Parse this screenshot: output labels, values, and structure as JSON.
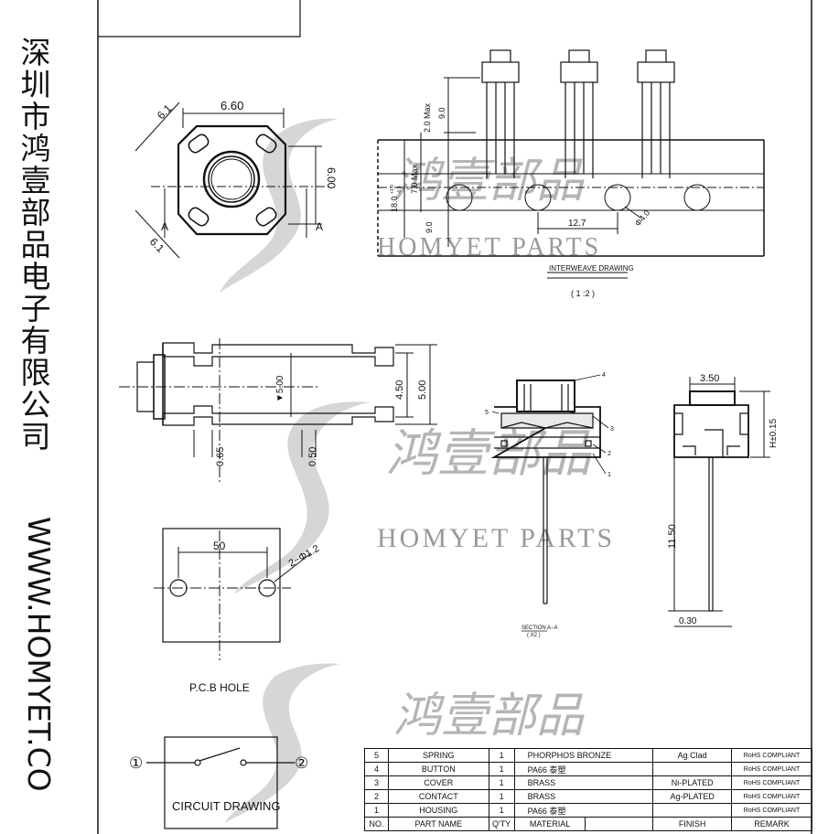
{
  "side_text": {
    "company": "深圳市鸿壹部品电子有限公司",
    "url": "WWW.HOMYET.CO"
  },
  "watermark": {
    "english": "HOMYET PARTS",
    "chinese": "鸿壹部品"
  },
  "top_view": {
    "dim_diag_top": "6.1",
    "dim_width": "6.60",
    "dim_height": "6.00",
    "dim_diag_bottom": "6.1",
    "section_mark_left": "A",
    "section_mark_right": "A"
  },
  "interweave": {
    "dim_2max": "2.0 Max",
    "dim_9_top": "9.0",
    "dim_18": "18.0",
    "dim_18_tol_plus": "+1.0",
    "dim_18_tol_minus": "-0.5",
    "dim_7max": "7.0 Max",
    "dim_9_bottom": "9.0",
    "dim_pitch": "12.7",
    "dim_hole": "Φ4.0",
    "title": "INTERWEAVE DRAWING",
    "scale": "( 1 :2 )"
  },
  "side_view": {
    "dim_5_inner": "▼5.00",
    "dim_450": "4.50",
    "dim_500": "5.00",
    "dim_065": "0.65",
    "dim_050": "0.50"
  },
  "pcb": {
    "dim_spacing": "50",
    "dim_hole": "2−Φ1.2",
    "title": "P.C.B HOLE"
  },
  "circuit": {
    "node_1": "①",
    "node_2": "②",
    "title": "CIRCUIT DRAWING"
  },
  "section": {
    "callouts": [
      "4",
      "5",
      "3",
      "2",
      "1"
    ],
    "title": "SECTION A−A",
    "scale": "( X2 )"
  },
  "right_view": {
    "dim_width": "3.50",
    "dim_h": "H±0.15",
    "dim_lead": "11.50",
    "dim_lead_thk": "0.30"
  },
  "bom": {
    "headers": [
      "NO.",
      "PART NAME",
      "Q'TY",
      "MATERIAL",
      "",
      "FINISH",
      "REMARK"
    ],
    "rows": [
      {
        "no": "5",
        "name": "SPRING",
        "qty": "1",
        "material": "PHORPHOS BRONZE",
        "finish": "Ag Clad",
        "remark": "RoHS COMPLIANT"
      },
      {
        "no": "4",
        "name": "BUTTON",
        "qty": "1",
        "material": "PA66 泰塑",
        "finish": "",
        "remark": "RoHS COMPLIANT"
      },
      {
        "no": "3",
        "name": "COVER",
        "qty": "1",
        "material": "BRASS",
        "finish": "Ni-PLATED",
        "remark": "RoHS COMPLIANT"
      },
      {
        "no": "2",
        "name": "CONTACT",
        "qty": "1",
        "material": "BRASS",
        "finish": "Ag-PLATED",
        "remark": "RoHS COMPLIANT"
      },
      {
        "no": "1",
        "name": "HOUSING",
        "qty": "1",
        "material": "PA66 泰塑",
        "finish": "",
        "remark": "RoHS COMPLIANT"
      }
    ]
  }
}
